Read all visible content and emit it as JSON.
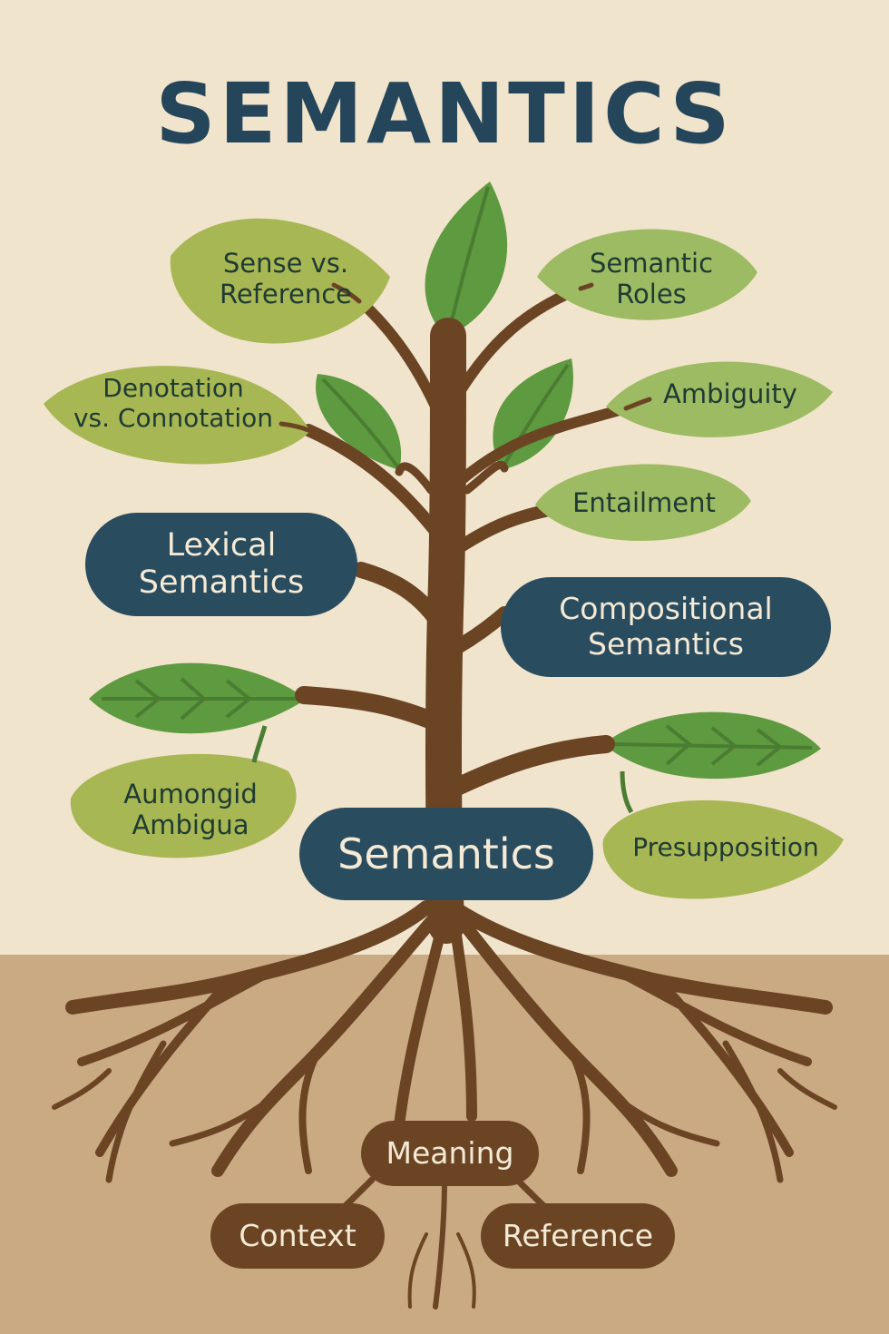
{
  "title": "SEMANTICS",
  "center": {
    "label": "Semantics"
  },
  "leaves": [
    {
      "id": "sense-vs-reference",
      "label": "Sense vs.\nReference"
    },
    {
      "id": "semantic-roles",
      "label": "Semantic\nRoles"
    },
    {
      "id": "denotation-vs-connotation",
      "label": "Denotation\nvs. Connotation"
    },
    {
      "id": "ambiguity",
      "label": "Ambiguity"
    },
    {
      "id": "entailment",
      "label": "Entailment"
    },
    {
      "id": "aumongid-ambigua",
      "label": "Aumongid\nAmbigua"
    },
    {
      "id": "presupposition",
      "label": "Presupposition"
    }
  ],
  "pills": [
    {
      "id": "lexical-semantics",
      "label": "Lexical\nSemantics"
    },
    {
      "id": "compositional-semantics",
      "label": "Compositional\nSemantics"
    }
  ],
  "roots": [
    {
      "id": "meaning",
      "label": "Meaning"
    },
    {
      "id": "context",
      "label": "Context"
    },
    {
      "id": "reference",
      "label": "Reference"
    }
  ],
  "colors": {
    "sky": "#f1e4cd",
    "ground": "#c9aa82",
    "trunk": "#6b4424",
    "leaf_label_fill": "#a7b753",
    "leaf_light_fill": "#9dbb62",
    "leaf_dark_fill": "#5e9a3f",
    "pill_fill": "#2a4c5f",
    "root_pill_fill": "#6b4424",
    "title": "#25465a"
  }
}
